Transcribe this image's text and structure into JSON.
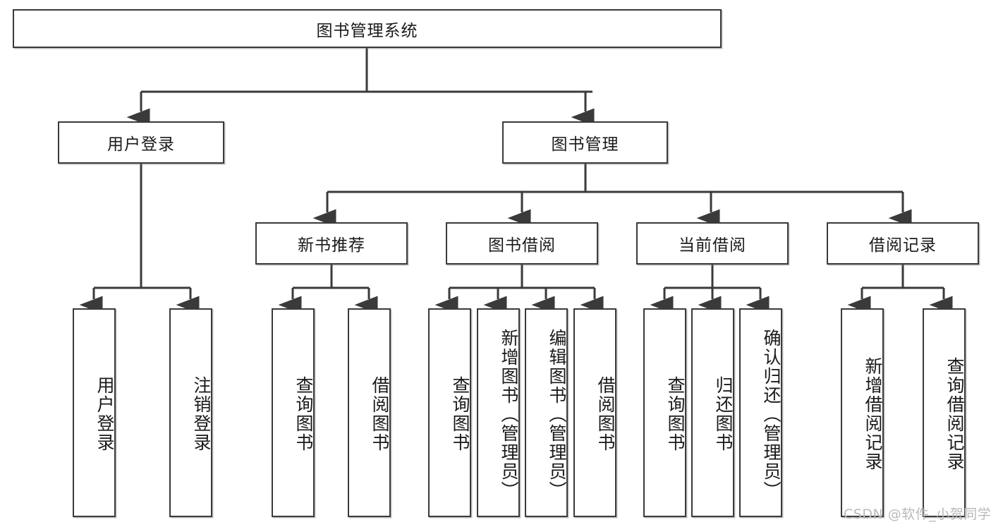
{
  "diagram": {
    "title_node": {
      "label": "图书管理系统"
    },
    "level1": [
      {
        "id": "user-login",
        "label": "用户登录"
      },
      {
        "id": "book-manage",
        "label": "图书管理"
      }
    ],
    "level2": [
      {
        "id": "new-book-recommend",
        "label": "新书推荐"
      },
      {
        "id": "book-borrow",
        "label": "图书借阅"
      },
      {
        "id": "current-borrow",
        "label": "当前借阅"
      },
      {
        "id": "borrow-record",
        "label": "借阅记录"
      }
    ],
    "leaves": [
      {
        "id": "leaf-user-login",
        "label": "用户登录",
        "parent": "user-login"
      },
      {
        "id": "leaf-logout",
        "label": "注销登录",
        "parent": "user-login"
      },
      {
        "id": "leaf-query-book-1",
        "label": "查询图书",
        "parent": "new-book-recommend"
      },
      {
        "id": "leaf-borrow-book-1",
        "label": "借阅图书",
        "parent": "new-book-recommend"
      },
      {
        "id": "leaf-query-book-2",
        "label": "查询图书",
        "parent": "book-borrow"
      },
      {
        "id": "leaf-add-book",
        "label": "新增图书（管理员）",
        "parent": "book-borrow"
      },
      {
        "id": "leaf-edit-book",
        "label": "编辑图书（管理员）",
        "parent": "book-borrow"
      },
      {
        "id": "leaf-borrow-book-2",
        "label": "借阅图书",
        "parent": "book-borrow"
      },
      {
        "id": "leaf-query-book-3",
        "label": "查询图书",
        "parent": "current-borrow"
      },
      {
        "id": "leaf-return-book",
        "label": "归还图书",
        "parent": "current-borrow"
      },
      {
        "id": "leaf-confirm-return",
        "label": "确认归还（管理员）",
        "parent": "current-borrow"
      },
      {
        "id": "leaf-add-record",
        "label": "新增借阅记录",
        "parent": "borrow-record"
      },
      {
        "id": "leaf-query-record",
        "label": "查询借阅记录",
        "parent": "borrow-record"
      }
    ],
    "colors": {
      "stroke": "#3a3a3a",
      "fill": "#ffffff",
      "text": "#1a1a1a",
      "watermark": "#b9b9b9"
    }
  },
  "watermark": {
    "text": "CSDN @软件_小贺同学"
  }
}
